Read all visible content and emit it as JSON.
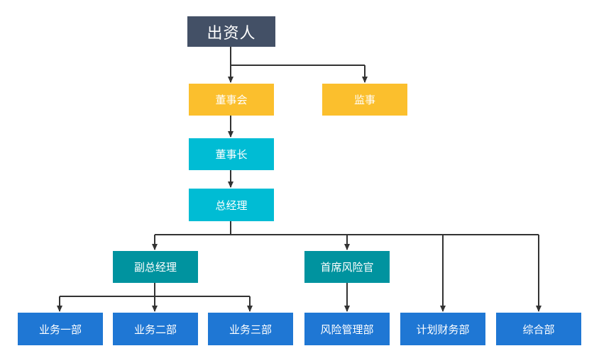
{
  "colors": {
    "root": "#435066",
    "board": "#FBBF2D",
    "executive": "#00BCD4",
    "deputy": "#00939F",
    "department": "#1F77D4",
    "line": "#333333"
  },
  "org_chart": {
    "root": {
      "label": "出资人"
    },
    "board": {
      "label": "董事会"
    },
    "supervisor": {
      "label": "监事"
    },
    "chairman": {
      "label": "董事长"
    },
    "general_manager": {
      "label": "总经理"
    },
    "deputy_gm": {
      "label": "副总经理"
    },
    "chief_risk_officer": {
      "label": "首席风险官"
    },
    "departments": [
      {
        "label": "业务一部"
      },
      {
        "label": "业务二部"
      },
      {
        "label": "业务三部"
      },
      {
        "label": "风险管理部"
      },
      {
        "label": "计划财务部"
      },
      {
        "label": "综合部"
      }
    ]
  }
}
